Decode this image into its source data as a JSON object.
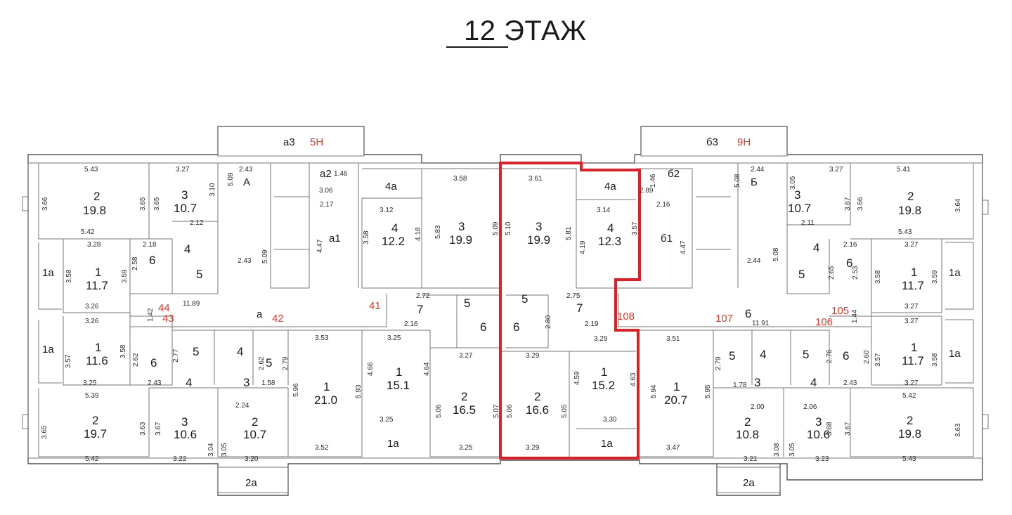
{
  "title": "12 ЭТАЖ",
  "highlight_color": "#e01f26",
  "wing_labels": {
    "a3": "а3",
    "a2": "а2",
    "a1": "а1",
    "A": "А",
    "a": "а",
    "b3": "б3",
    "b2": "б2",
    "b1": "б1",
    "B": "Б"
  },
  "red_labels": {
    "h5": "5Н",
    "h9": "9Н",
    "n44": "44",
    "n43": "43",
    "n42": "42",
    "n41": "41",
    "n108": "108",
    "n107": "107",
    "n106": "106",
    "n105": "105"
  },
  "rooms": {
    "L_2_top": {
      "num": "2",
      "area": "19.8"
    },
    "L_3_top": {
      "num": "3",
      "area": "10.7"
    },
    "L_4_top": {
      "num": "4"
    },
    "L_5_top": {
      "num": "5"
    },
    "L_6_top": {
      "num": "6"
    },
    "L_1_top": {
      "num": "1",
      "area": "11.7"
    },
    "L_1a_top": {
      "num": "1а"
    },
    "L_1a_bot": {
      "num": "1а"
    },
    "L_1_bot": {
      "num": "1",
      "area": "11.6"
    },
    "L_6_bot": {
      "num": "6"
    },
    "L_5_bot_a": {
      "num": "5"
    },
    "L_4_bot": {
      "num": "4"
    },
    "L_5_bot_b": {
      "num": "5"
    },
    "L_4_bot_s": {
      "num": "4"
    },
    "L_3_bot_s": {
      "num": "3"
    },
    "L_2_bot": {
      "num": "2",
      "area": "19.7"
    },
    "L_3_bot": {
      "num": "3",
      "area": "10.6"
    },
    "L_2_bot_b": {
      "num": "2",
      "area": "10.7"
    },
    "L_1_21": {
      "num": "1",
      "area": "21.0"
    },
    "L_1_151": {
      "num": "1",
      "area": "15.1"
    },
    "L_1a_mid": {
      "num": "1а"
    },
    "L_2a": {
      "num": "2а"
    },
    "C_4a_l": {
      "num": "4а"
    },
    "C_4_l": {
      "num": "4",
      "area": "12.2"
    },
    "C_3_l": {
      "num": "3",
      "area": "19.9"
    },
    "C_7_l": {
      "num": "7"
    },
    "C_5_l": {
      "num": "5"
    },
    "C_6_l": {
      "num": "6"
    },
    "C_2_l": {
      "num": "2",
      "area": "16.5"
    },
    "H_3": {
      "num": "3",
      "area": "19.9"
    },
    "H_4a": {
      "num": "4а"
    },
    "H_4": {
      "num": "4",
      "area": "12.3"
    },
    "H_5": {
      "num": "5"
    },
    "H_6": {
      "num": "6"
    },
    "H_7": {
      "num": "7"
    },
    "H_2": {
      "num": "2",
      "area": "16.6"
    },
    "H_1": {
      "num": "1",
      "area": "15.2"
    },
    "H_1a": {
      "num": "1а"
    },
    "R_1_207": {
      "num": "1",
      "area": "20.7"
    },
    "R_6_cor": {
      "num": "6"
    },
    "R_5_a": {
      "num": "5"
    },
    "R_4_a": {
      "num": "4"
    },
    "R_5_b": {
      "num": "5"
    },
    "R_4_s": {
      "num": "4"
    },
    "R_3_s": {
      "num": "3"
    },
    "R_6_bot": {
      "num": "6"
    },
    "R_1_bot": {
      "num": "1",
      "area": "11.7"
    },
    "R_1a_bot": {
      "num": "1а"
    },
    "R_2_108": {
      "num": "2",
      "area": "10.8"
    },
    "R_3_106": {
      "num": "3",
      "area": "10.6"
    },
    "R_2_bot": {
      "num": "2",
      "area": "19.8"
    },
    "R_2a": {
      "num": "2а"
    },
    "R_3_top": {
      "num": "3",
      "area": "10.7"
    },
    "R_2_top": {
      "num": "2",
      "area": "19.8"
    },
    "R_4_top": {
      "num": "4"
    },
    "R_5_top": {
      "num": "5"
    },
    "R_6_top": {
      "num": "6"
    },
    "R_1_top": {
      "num": "1",
      "area": "11.7"
    },
    "R_1a_top": {
      "num": "1а"
    }
  },
  "dims": {
    "d01": "5.43",
    "d02": "3.27",
    "d03": "2.43",
    "d04": "3.10",
    "d05": "5.09",
    "d06": "1.46",
    "d07": "3.06",
    "d08": "2.17",
    "d09": "3.66",
    "d10": "3.65",
    "d11": "3.65",
    "d12": "5.42",
    "d13": "3.28",
    "d14": "2.18",
    "d15": "3.59",
    "d16": "3.58",
    "d17": "2.43",
    "d18": "5.09",
    "d19": "4.47",
    "d20": "3.26",
    "d21": "11.89",
    "d22": "1.42",
    "d23": "3.26",
    "d24": "3.58",
    "d25": "3.57",
    "d26": "3.25",
    "d27": "2.43",
    "d28": "5.39",
    "d29": "3.65",
    "d30": "3.63",
    "d31": "3.67",
    "d32": "5.42",
    "d33": "3.22",
    "d34": "3.04",
    "d35": "3.05",
    "d36": "3.20",
    "d37": "3.53",
    "d38": "5.96",
    "d39": "5.93",
    "d40": "3.52",
    "d41": "3.25",
    "d42": "4.66",
    "d43": "4.64",
    "d44": "3.25",
    "d45": "3.12",
    "d46": "3.58",
    "d47": "4.18",
    "d48": "3.58",
    "d49": "5.83",
    "d50": "5.09",
    "d51": "2.72",
    "d52": "2.16",
    "d53": "3.27",
    "d54": "5.06",
    "d55": "5.07",
    "d56": "3.25",
    "d57": "3.61",
    "d58": "5.10",
    "d59": "5.81",
    "d60": "3.14",
    "d61": "3.57",
    "d62": "4.19",
    "d63": "2.75",
    "d64": "2.19",
    "d65": "3.29",
    "d66": "3.29",
    "d67": "5.06",
    "d68": "5.05",
    "d69": "4.59",
    "d70": "4.63",
    "d71": "3.30",
    "d72": "3.29",
    "d73": "1.46",
    "d74": "2.89",
    "d75": "2.16",
    "d76": "2.44",
    "d77": "5.08",
    "d78": "3.05",
    "d79": "3.27",
    "d80": "5.41",
    "d81": "3.67",
    "d82": "3.66",
    "d83": "3.64",
    "d84": "5.43",
    "d85": "4.47",
    "d86": "2.44",
    "d87": "5.08",
    "d88": "3.27",
    "d89": "2.16",
    "d90": "3.58",
    "d91": "3.59",
    "d92": "3.27",
    "d93": "11.91",
    "d94": "1.44",
    "d95": "3.27",
    "d96": "3.57",
    "d97": "3.58",
    "d98": "3.51",
    "d99": "5.94",
    "d100": "5.95",
    "d101": "3.47",
    "d102": "2.43",
    "d103": "3.27",
    "d104": "5.42",
    "d105": "3.68",
    "d106": "3.67",
    "d107": "3.63",
    "d108": "5.43",
    "d109": "3.21",
    "d110": "3.08",
    "d111": "3.05",
    "d112": "3.23",
    "d113": "2.79",
    "d114": "2.62",
    "d115": "2.77",
    "d116": "2.60",
    "d117": "2.76",
    "d118": "1.58",
    "d119": "1.78",
    "d120": "2.00",
    "d121": "2.06",
    "d122": "2.80",
    "d123": "2.53",
    "d124": "2.65",
    "d125": "2.58",
    "d126": "2.62",
    "d127": "2.79",
    "d128": "2.11",
    "d129": "2.12",
    "d130": "2.24"
  }
}
